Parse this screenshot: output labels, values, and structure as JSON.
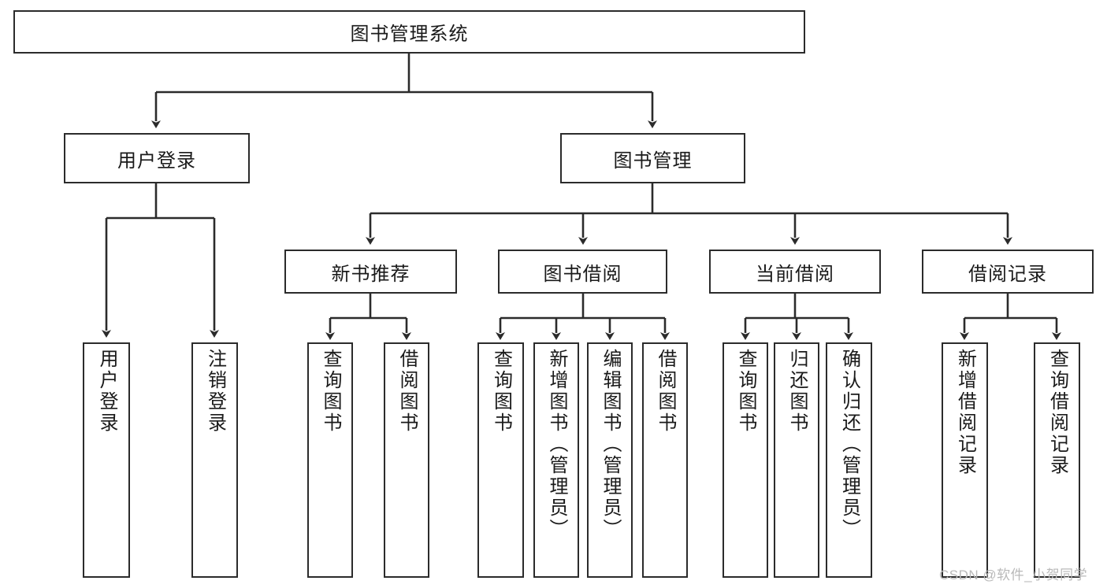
{
  "diagram": {
    "title": "图书管理系统",
    "type": "hierarchy-tree",
    "root": {
      "id": "root",
      "label": "图书管理系统",
      "orientation": "horizontal"
    },
    "level1": [
      {
        "id": "user-login",
        "label": "用户登录",
        "orientation": "horizontal"
      },
      {
        "id": "book-management",
        "label": "图书管理",
        "orientation": "horizontal"
      }
    ],
    "level2": [
      {
        "id": "new-book-recommend",
        "label": "新书推荐",
        "orientation": "horizontal",
        "parent": "book-management"
      },
      {
        "id": "book-borrow",
        "label": "图书借阅",
        "orientation": "horizontal",
        "parent": "book-management"
      },
      {
        "id": "current-borrow",
        "label": "当前借阅",
        "orientation": "horizontal",
        "parent": "book-management"
      },
      {
        "id": "borrow-record",
        "label": "借阅记录",
        "orientation": "horizontal",
        "parent": "book-management"
      }
    ],
    "leaves": [
      {
        "id": "leaf-user-login",
        "label": "用户登录",
        "orientation": "vertical",
        "parent": "user-login"
      },
      {
        "id": "leaf-logout-login",
        "label": "注销登录",
        "orientation": "vertical",
        "parent": "user-login"
      },
      {
        "id": "leaf-query-book-1",
        "label": "查询图书",
        "orientation": "vertical",
        "parent": "new-book-recommend"
      },
      {
        "id": "leaf-borrow-book-1",
        "label": "借阅图书",
        "orientation": "vertical",
        "parent": "new-book-recommend"
      },
      {
        "id": "leaf-query-book-2",
        "label": "查询图书",
        "orientation": "vertical",
        "parent": "book-borrow"
      },
      {
        "id": "leaf-add-book-admin",
        "label": "新增图书（管理员）",
        "orientation": "vertical",
        "parent": "book-borrow"
      },
      {
        "id": "leaf-edit-book-admin",
        "label": "编辑图书（管理员）",
        "orientation": "vertical",
        "parent": "book-borrow"
      },
      {
        "id": "leaf-borrow-book-2",
        "label": "借阅图书",
        "orientation": "vertical",
        "parent": "book-borrow"
      },
      {
        "id": "leaf-query-book-3",
        "label": "查询图书",
        "orientation": "vertical",
        "parent": "current-borrow"
      },
      {
        "id": "leaf-return-book",
        "label": "归还图书",
        "orientation": "vertical",
        "parent": "current-borrow"
      },
      {
        "id": "leaf-confirm-return-admin",
        "label": "确认归还（管理员）",
        "orientation": "vertical",
        "parent": "current-borrow"
      },
      {
        "id": "leaf-add-borrow-record",
        "label": "新增借阅记录",
        "orientation": "vertical",
        "parent": "borrow-record"
      },
      {
        "id": "leaf-query-borrow-record",
        "label": "查询借阅记录",
        "orientation": "vertical",
        "parent": "borrow-record"
      }
    ],
    "watermark": "CSDN @软件_小贺同学",
    "colors": {
      "stroke": "#2b2b2b",
      "fill": "#ffffff",
      "text": "#1a1a1a",
      "watermark": "#b9b9b9"
    }
  }
}
